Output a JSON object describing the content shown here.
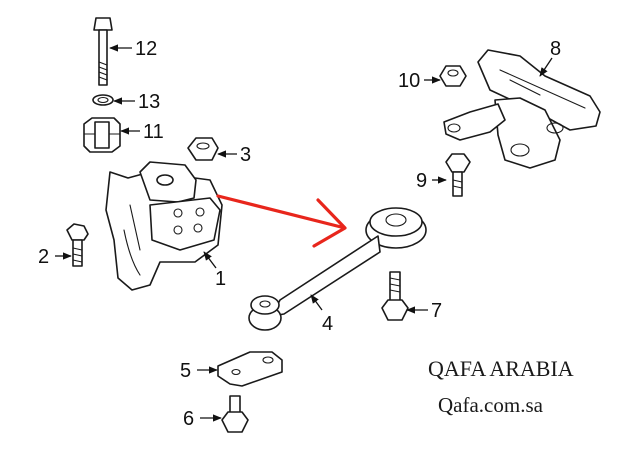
{
  "callouts": {
    "c1": "1",
    "c2": "2",
    "c3": "3",
    "c4": "4",
    "c5": "5",
    "c6": "6",
    "c7": "7",
    "c8": "8",
    "c9": "9",
    "c10": "10",
    "c11": "11",
    "c12": "12",
    "c13": "13"
  },
  "watermark": {
    "brand": "QAFA ARABIA",
    "site": "Qafa.com.sa"
  },
  "colors": {
    "highlight_arrow": "#e8261c",
    "line_art": "#1a1a1a",
    "background": "#ffffff"
  }
}
